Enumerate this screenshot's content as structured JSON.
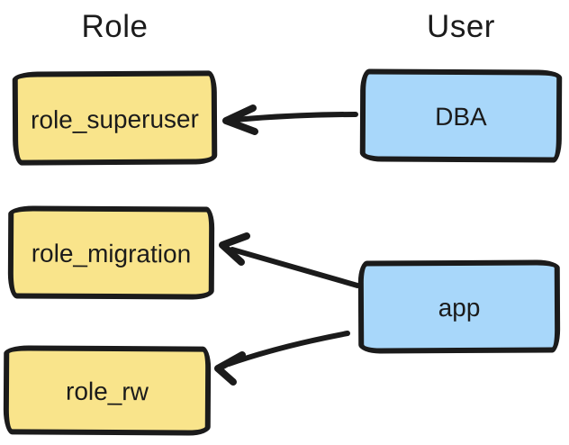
{
  "diagram": {
    "colors": {
      "background": "#ffffff",
      "ink": "#1b1b1b",
      "role_fill": "#f9e48b",
      "user_fill": "#a8d7fa"
    },
    "columns": [
      {
        "title": "Role"
      },
      {
        "title": "User"
      }
    ],
    "roles": [
      {
        "label": "role_superuser"
      },
      {
        "label": "role_migration"
      },
      {
        "label": "role_rw"
      }
    ],
    "users": [
      {
        "label": "DBA"
      },
      {
        "label": "app"
      }
    ],
    "edges": [
      {
        "from": "DBA",
        "to": "role_superuser"
      },
      {
        "from": "app",
        "to": "role_migration"
      },
      {
        "from": "app",
        "to": "role_rw"
      }
    ]
  }
}
